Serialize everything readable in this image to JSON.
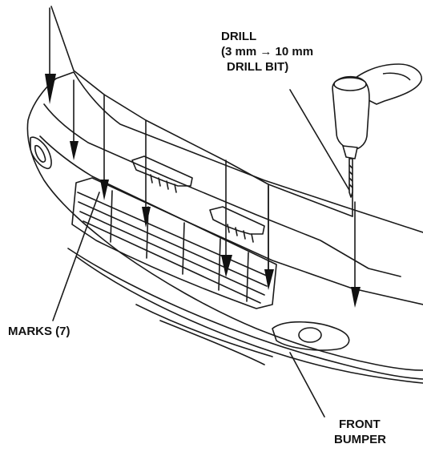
{
  "labels": {
    "drill_line1": "DRILL",
    "drill_line2": "(3 mm → 10 mm",
    "drill_line3": "DRILL BIT)",
    "marks": "MARKS (7)",
    "front_line1": "FRONT",
    "front_line2": "BUMPER"
  },
  "icons": {
    "drill": "drill-icon",
    "marks": "triangle-mark-icon"
  },
  "colors": {
    "stroke": "#1a1a1a",
    "background": "#ffffff"
  }
}
